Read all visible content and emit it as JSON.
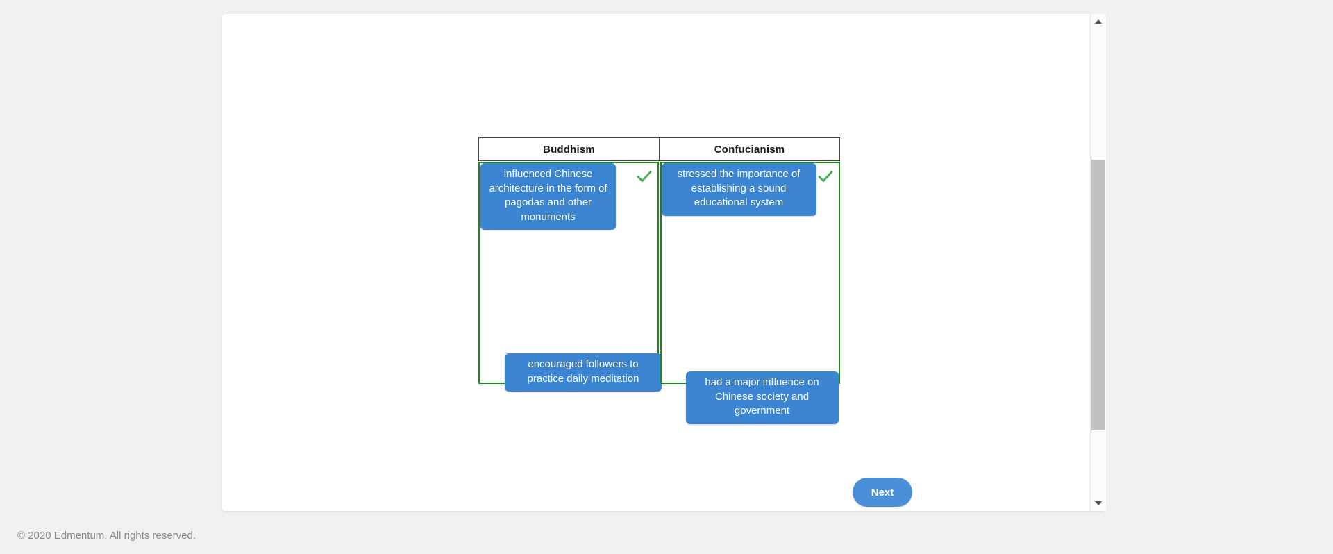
{
  "footer": {
    "copyright": "© 2020 Edmentum. All rights reserved."
  },
  "scrollbar": {
    "up_arrow_icon": "triangle-up-icon",
    "down_arrow_icon": "triangle-down-icon"
  },
  "activity": {
    "columns": [
      {
        "id": "buddhism",
        "header": "Buddhism",
        "tiles": [
          {
            "text": "influenced Chinese architecture in the form of pagodas and other monuments",
            "correct": true,
            "check_icon": "check-icon"
          },
          {
            "text": "encouraged followers to practice daily meditation",
            "correct": false
          }
        ]
      },
      {
        "id": "confucianism",
        "header": "Confucianism",
        "tiles": [
          {
            "text": "stressed the importance of establishing a sound educational system",
            "correct": true,
            "check_icon": "check-icon"
          },
          {
            "text": "had a major influence on Chinese society and government",
            "correct": false
          }
        ]
      }
    ]
  },
  "controls": {
    "next_label": "Next"
  },
  "colors": {
    "tile_blue": "#3b84d2",
    "dropzone_green": "#1d8a1d",
    "check_green": "#4caf50",
    "next_blue": "#4a90d9",
    "page_background": "#f1f1f1",
    "card_background": "#ffffff",
    "footer_text": "#8a8a8a",
    "scroll_thumb": "#c0c0c0"
  }
}
